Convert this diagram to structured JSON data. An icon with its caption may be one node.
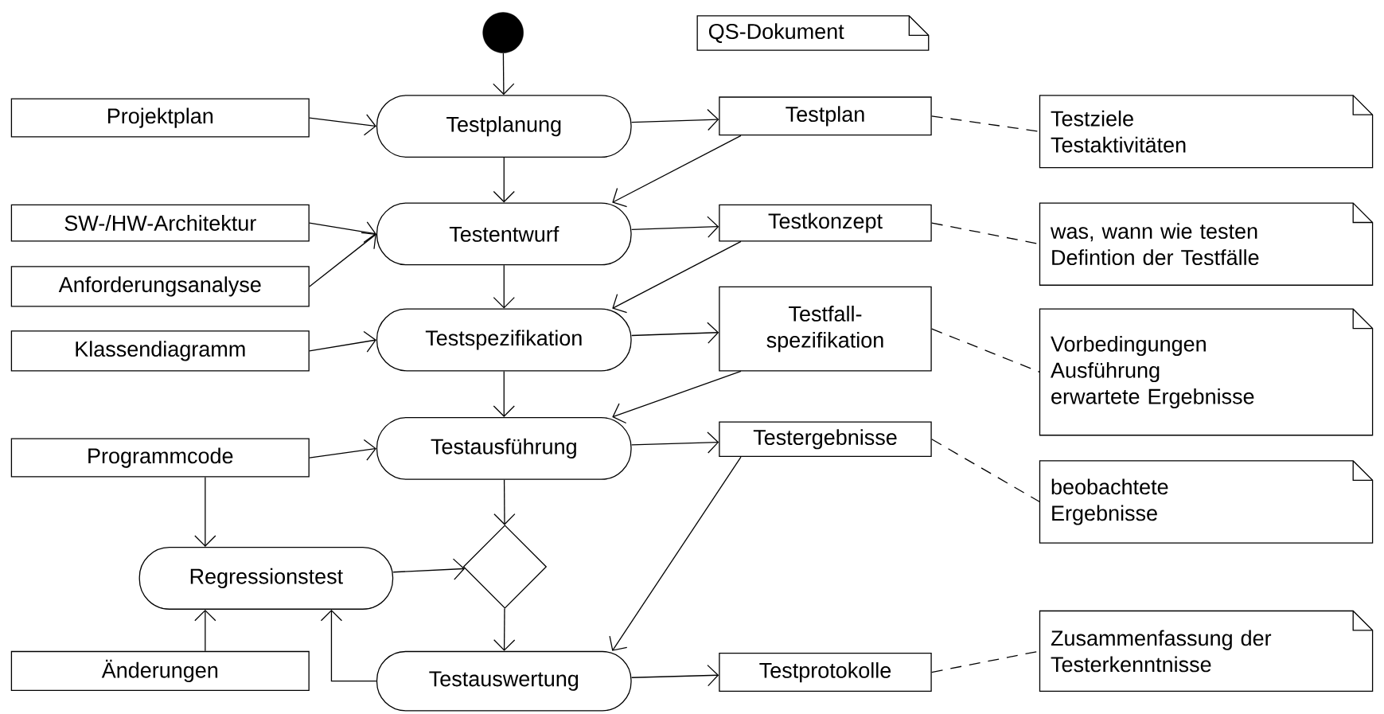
{
  "diagram": {
    "nodes": [
      {
        "text": [],
        "shape": "circle"
      },
      {
        "text": [
          "QS-Dokument"
        ]
      },
      {
        "text": [
          "Projektplan"
        ]
      },
      {
        "text": [
          "Testplanung"
        ]
      },
      {
        "text": [
          "Testplan"
        ]
      },
      {
        "text": [
          "Testziele",
          "Testaktivitäten"
        ]
      },
      {
        "text": [
          "SW-/HW-Architektur"
        ]
      },
      {
        "text": [
          "Testentwurf"
        ]
      },
      {
        "text": [
          "Testkonzept"
        ]
      },
      {
        "text": [
          "was, wann wie testen",
          "Defintion der Testfälle"
        ]
      },
      {
        "text": [
          "Anforderungsanalyse"
        ]
      },
      {
        "text": [
          "Klassendiagramm"
        ]
      },
      {
        "text": [
          "Testspezifikation"
        ]
      },
      {
        "text": [
          "Testfall-spezifikation"
        ]
      },
      {
        "text": [
          "Vorbedingungen",
          "Ausführung",
          "erwartete Ergebnisse"
        ]
      },
      {
        "text": [
          "Programmcode"
        ]
      },
      {
        "text": [
          "Testausführung"
        ]
      },
      {
        "text": [
          "Testergebnisse"
        ]
      },
      {
        "text": [
          "beobachtete Ergebnisse"
        ]
      },
      {
        "text": [],
        "shape": "diamond"
      },
      {
        "text": [
          "Regressionstest"
        ]
      },
      {
        "text": [
          "Änderungen"
        ]
      },
      {
        "text": [
          "Testauswertung"
        ]
      },
      {
        "text": [
          "Testprotokolle"
        ]
      },
      {
        "text": [
          "Zusammenfassung der Testerkenntnisse"
        ]
      }
    ],
    "edges": [
      {
        "from": 0,
        "to": 3,
        "arrow": "to"
      },
      {
        "from": 2,
        "to": 3,
        "arrow": "to"
      },
      {
        "from": 3,
        "to": 4,
        "arrow": "to"
      },
      {
        "from": 3,
        "to": 7,
        "arrow": "to"
      },
      {
        "from": 4,
        "to": 7,
        "arrow": "to"
      },
      {
        "from": 6,
        "to": 7,
        "arrow": "to"
      },
      {
        "from": 10,
        "to": 7,
        "arrow": "to"
      },
      {
        "from": 7,
        "to": 8,
        "arrow": "to"
      },
      {
        "from": 7,
        "to": 12,
        "arrow": "to"
      },
      {
        "from": 8,
        "to": 12,
        "arrow": "to"
      },
      {
        "from": 11,
        "to": 12,
        "arrow": "to"
      },
      {
        "from": 12,
        "to": 13,
        "arrow": "to"
      },
      {
        "from": 12,
        "to": 16,
        "arrow": "to"
      },
      {
        "from": 13,
        "to": 16,
        "arrow": "to"
      },
      {
        "from": 15,
        "to": 16,
        "arrow": "to"
      },
      {
        "from": 16,
        "to": 17,
        "arrow": "to"
      },
      {
        "from": 16,
        "to": 19,
        "arrow": "to"
      },
      {
        "from": 15,
        "to": 20,
        "arrow": "to"
      },
      {
        "from": 20,
        "to": 19,
        "arrow": "to"
      },
      {
        "from": 21,
        "to": 20,
        "arrow": "to"
      },
      {
        "from": 19,
        "to": 22,
        "arrow": "to"
      },
      {
        "from": 17,
        "to": 22,
        "arrow": "to"
      },
      {
        "from": 22,
        "to": 20,
        "arrow": "to"
      },
      {
        "from": 22,
        "to": 23,
        "arrow": "to"
      },
      {
        "from": 4,
        "to": 5,
        "arrow": "none",
        "style": "dashed"
      },
      {
        "from": 8,
        "to": 9,
        "arrow": "none",
        "style": "dashed"
      },
      {
        "from": 13,
        "to": 14,
        "arrow": "none",
        "style": "dashed"
      },
      {
        "from": 17,
        "to": 18,
        "arrow": "none",
        "style": "dashed"
      },
      {
        "from": 23,
        "to": 24,
        "arrow": "none",
        "style": "dashed"
      }
    ]
  }
}
